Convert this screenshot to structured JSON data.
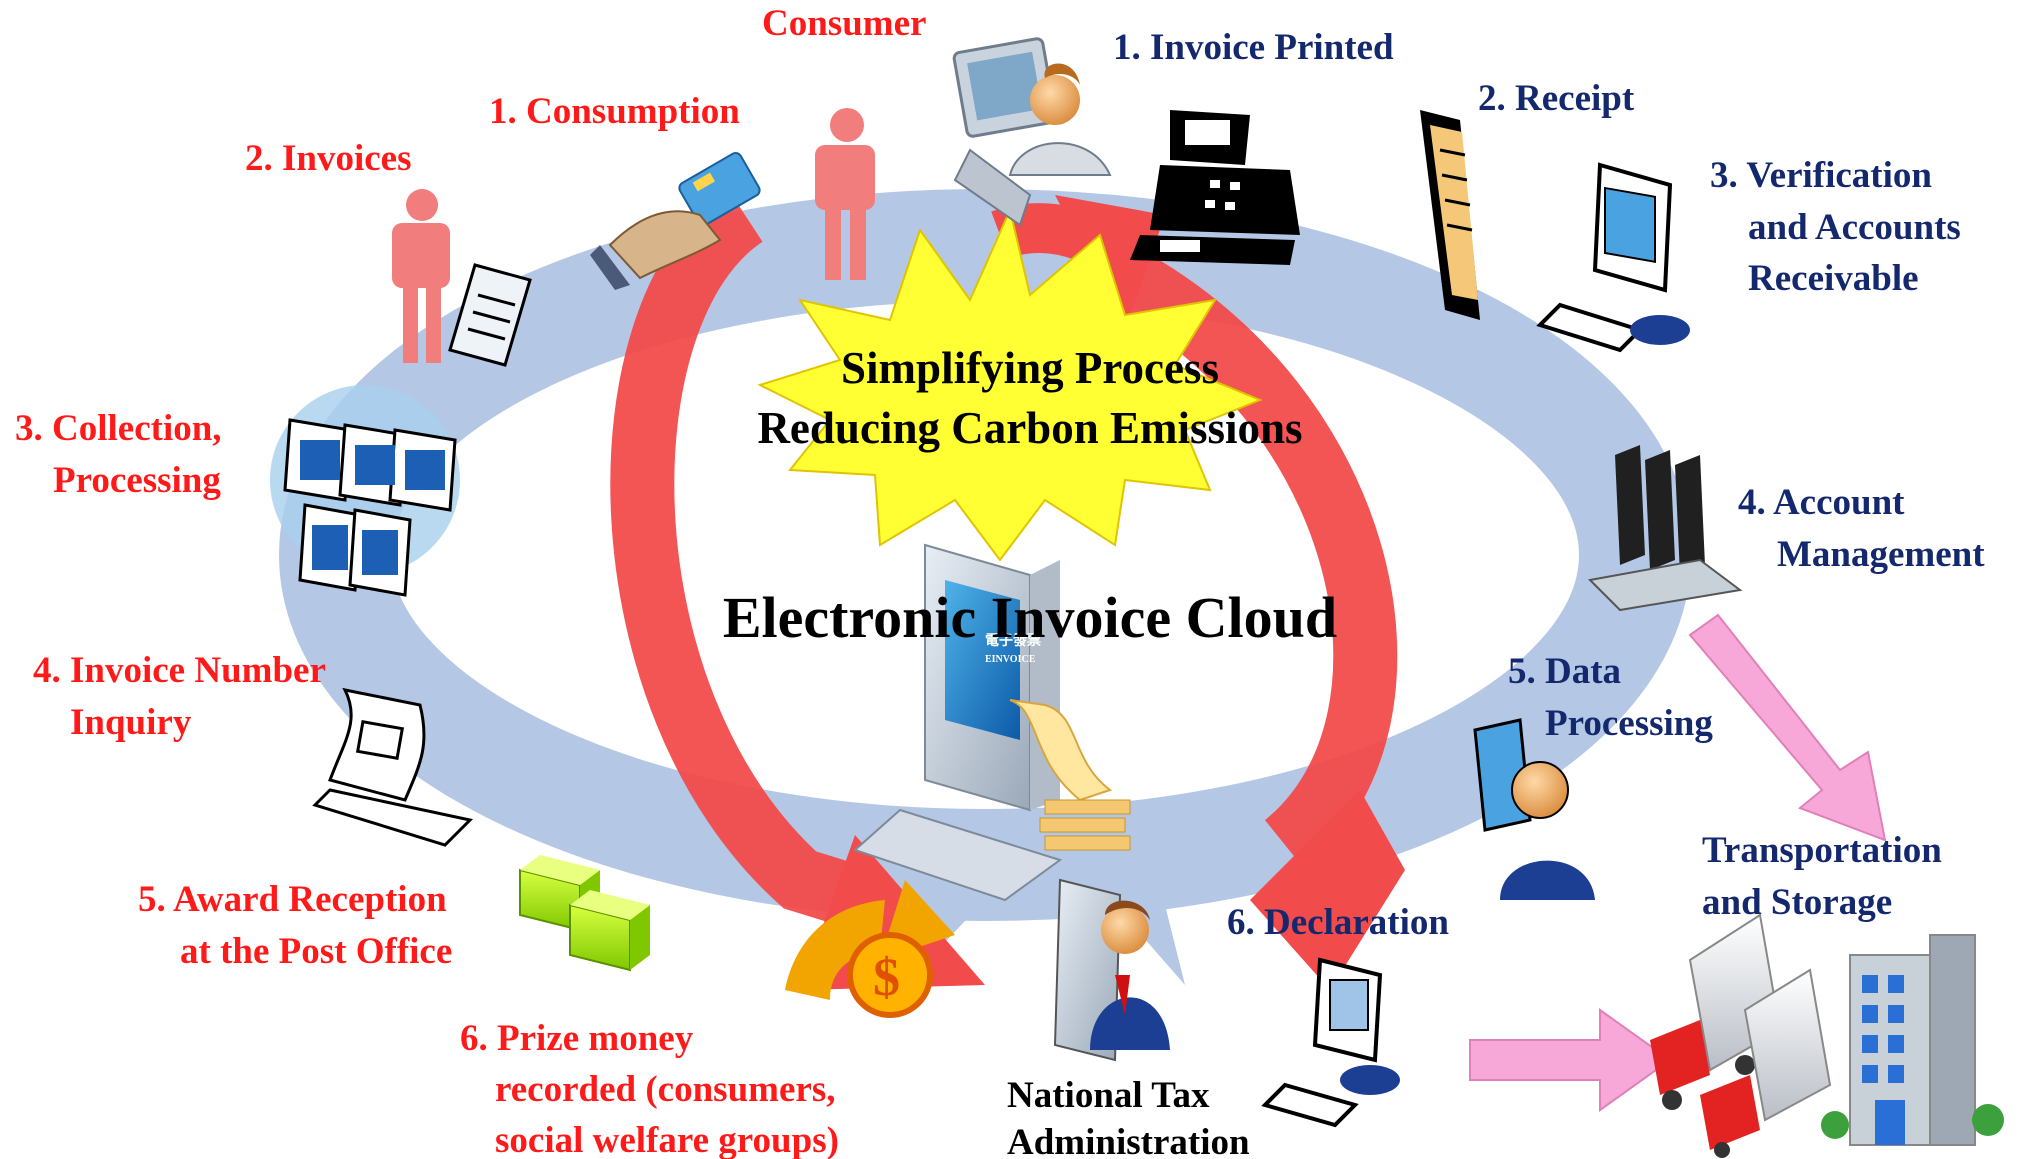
{
  "center": {
    "burst_line1": "Simplifying Process",
    "burst_line2": "Reducing Carbon Emissions",
    "title": "Electronic Invoice Cloud",
    "screen_logo": "電子發票",
    "screen_logo_sub": "EINVOICE"
  },
  "consumer_side": {
    "heading": "Consumer",
    "steps": [
      {
        "label": "1. Consumption"
      },
      {
        "label": "2. Invoices"
      },
      {
        "label_line1": "3. Collection,",
        "label_line2": "Processing"
      },
      {
        "label_line1": "4. Invoice Number",
        "label_line2": "Inquiry"
      },
      {
        "label_line1": "5. Award Reception",
        "label_line2": "at the Post Office"
      },
      {
        "label_line1": "6. Prize money",
        "label_line2": "recorded (consumers,",
        "label_line3": "social welfare groups)"
      }
    ]
  },
  "business_side": {
    "steps": [
      {
        "label": "1. Invoice Printed"
      },
      {
        "label": "2. Receipt"
      },
      {
        "label_line1": "3. Verification",
        "label_line2": "and Accounts",
        "label_line3": "Receivable"
      },
      {
        "label_line1": "4. Account",
        "label_line2": "Management"
      },
      {
        "label_line1": "5. Data",
        "label_line2": "Processing"
      },
      {
        "label": "6. Declaration"
      }
    ],
    "transport_line1": "Transportation",
    "transport_line2": "and Storage"
  },
  "authority": {
    "line1": "National Tax",
    "line2": "Administration"
  },
  "colors": {
    "consumer_text": "#ff1a1a",
    "business_text": "#14286e",
    "ring": "#b4c8e6",
    "big_arrows": "#f24b4b",
    "burst": "#ffff33",
    "pink_arrows": "#f7a8d8"
  }
}
